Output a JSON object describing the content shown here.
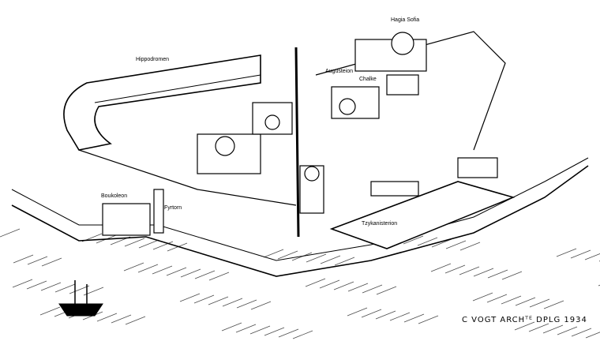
{
  "labels": {
    "hippodrome": "Hippodromen",
    "hagia_sofia": "Hagia Sofia",
    "augusteion": "Augusteion",
    "chalke": "Chalke",
    "boukoleon": "Boukoleon",
    "lighthouse": "Fyrtorn",
    "tzykanisterion": "Tzykanisterion"
  },
  "signature": "C VOGT ARCHᵀᴱ DPLG 1934"
}
